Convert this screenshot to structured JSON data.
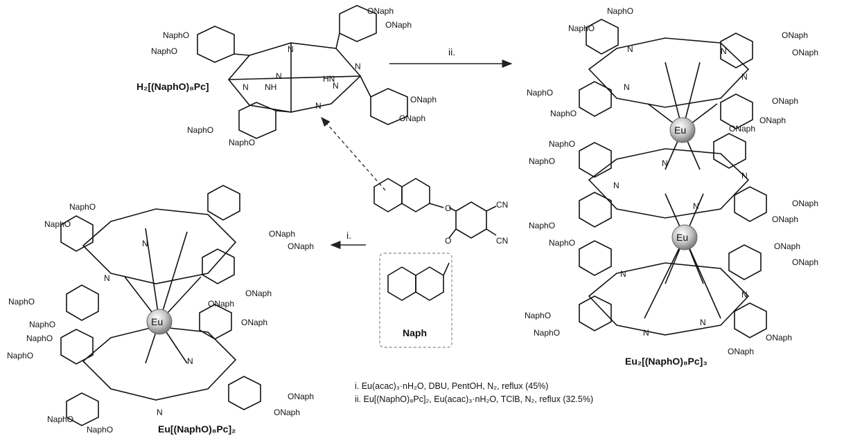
{
  "labels": {
    "h2pc": "H₂[(NaphO)₈Pc]",
    "eu2pc3": "Eu₂[(NaphO)₈Pc]₃",
    "eupc2": "Eu[(NaphO)₈Pc]₂",
    "naph": "Naph"
  },
  "arrows": {
    "i": "i.",
    "ii": "ii."
  },
  "conditions": {
    "i": "i. Eu(acac)₃·nH₂O, DBU, PentOH, N₂, reflux (45%)",
    "ii": "ii. Eu[(NaphO)₈Pc]₂, Eu(acac)₃·nH₂O, TClB, N₂, reflux (32.5%)"
  },
  "atoms": {
    "eu": "Eu",
    "n": "N",
    "nh": "NH",
    "hn": "HN",
    "cn": "CN",
    "o": "O",
    "onaph": "ONaph",
    "naapho": "NaphO"
  }
}
